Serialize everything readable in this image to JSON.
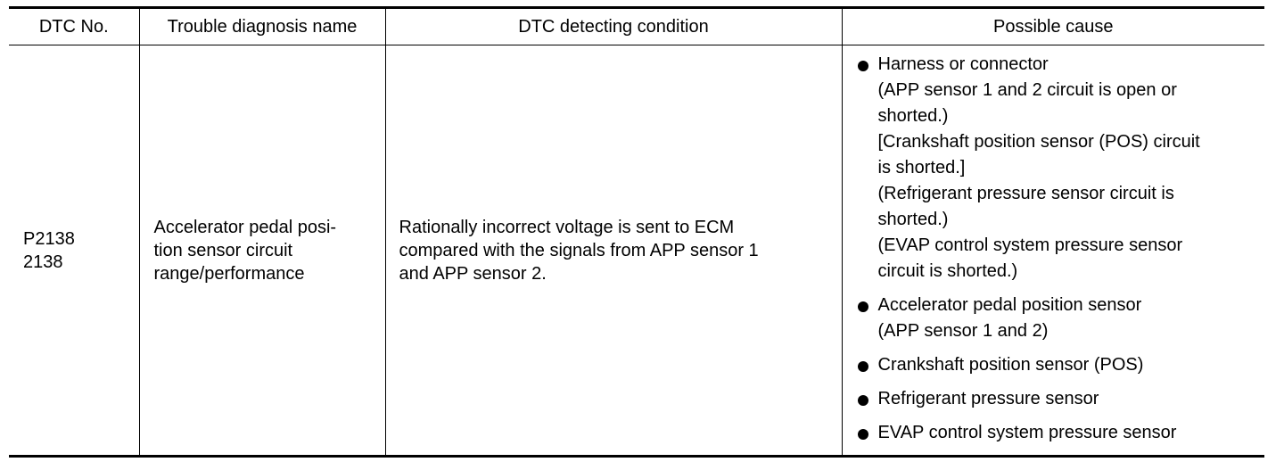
{
  "table": {
    "headers": {
      "dtc_no": "DTC No.",
      "diagnosis_name": "Trouble diagnosis name",
      "detecting_condition": "DTC detecting condition",
      "possible_cause": "Possible cause"
    },
    "row": {
      "dtc_no_lines": [
        "P2138",
        "2138"
      ],
      "diagnosis_name_lines": [
        "Accelerator pedal posi-",
        "tion sensor circuit",
        "range/performance"
      ],
      "detecting_condition_lines": [
        "Rationally incorrect voltage is sent to ECM",
        "compared with the signals from APP sensor 1",
        "and APP sensor 2."
      ],
      "possible_causes": [
        {
          "lines": [
            "Harness or connector",
            "(APP sensor 1 and 2 circuit is open or",
            "shorted.)",
            "[Crankshaft position sensor (POS) circuit",
            "is shorted.]",
            "(Refrigerant pressure sensor circuit is",
            "shorted.)",
            "(EVAP control system pressure sensor",
            "circuit is shorted.)"
          ]
        },
        {
          "lines": [
            "Accelerator pedal position sensor",
            "(APP sensor 1 and 2)"
          ]
        },
        {
          "lines": [
            "Crankshaft position sensor (POS)"
          ]
        },
        {
          "lines": [
            "Refrigerant pressure sensor"
          ]
        },
        {
          "lines": [
            "EVAP control system pressure sensor"
          ]
        }
      ]
    }
  }
}
